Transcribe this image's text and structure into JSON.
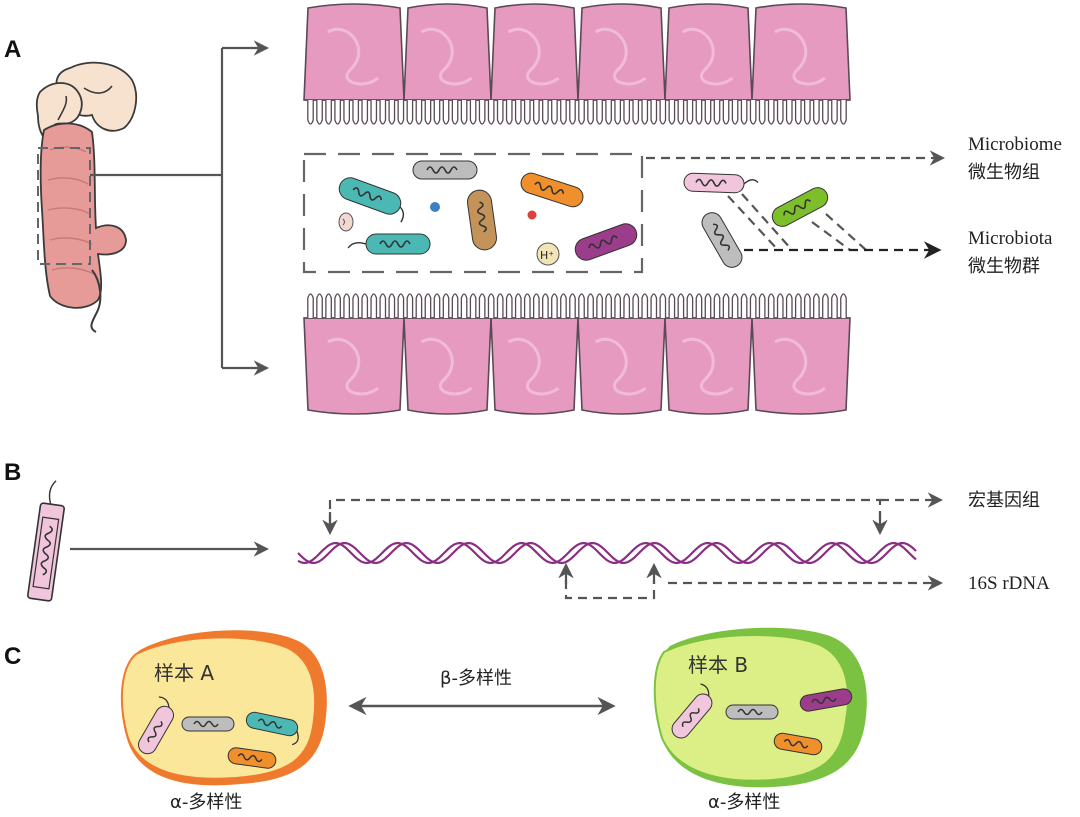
{
  "panels": {
    "a": "A",
    "b": "B",
    "c": "C"
  },
  "panel_a": {
    "microbiome_en": "Microbiome",
    "microbiome_cn": "微生物组",
    "microbiota_en": "Microbiota",
    "microbiota_cn": "微生物群",
    "hydrogen_label": "H⁺"
  },
  "panel_b": {
    "metagenome_cn": "宏基因组",
    "rdna_label": "16S rDNA"
  },
  "panel_c": {
    "sample_a": "样本 A",
    "sample_b": "样本 B",
    "beta_diversity": "β-多样性",
    "alpha_diversity_a": "α-多样性",
    "alpha_diversity_b": "α-多样性"
  },
  "colors": {
    "epithelium": "#e79ac0",
    "teal": "#4bb8b4",
    "gray": "#bdbdbd",
    "orange": "#f0902c",
    "brown": "#c4935a",
    "purple": "#9b3d8a",
    "pink": "#f1c6dc",
    "green": "#7cbf2a",
    "dna_strand": "#8a2f82",
    "sample_a_fill": "#fbe79a",
    "sample_a_rim": "#ef7a2e",
    "sample_b_fill": "#dcef86",
    "sample_b_rim": "#7cc242"
  },
  "icons": [
    "intestine-icon",
    "epithelial-cell-icon",
    "bacterium-icon",
    "dna-helix-icon",
    "sample-blob-icon"
  ]
}
